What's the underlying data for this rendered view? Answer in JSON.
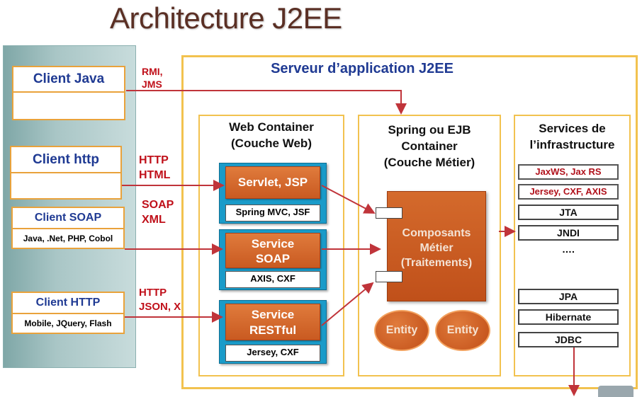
{
  "title": "Architecture J2EE",
  "clients": {
    "java": {
      "label": "Client  Java"
    },
    "http": {
      "label": "Client  http"
    },
    "soap": {
      "label": "Client  SOAP",
      "sub": "Java, .Net, PHP, Cobol"
    },
    "http2": {
      "label": "Client  HTTP",
      "sub": "Mobile, JQuery, Flash"
    }
  },
  "protocols": {
    "rmi": [
      "RMI,",
      "JMS"
    ],
    "http_html": [
      "HTTP",
      "HTML"
    ],
    "soap_xml": [
      "SOAP",
      "XML"
    ],
    "http_json": [
      "HTTP",
      "JSON, XML, .."
    ]
  },
  "server": {
    "title": "Serveur d’application J2EE"
  },
  "web_container": {
    "title": [
      "Web Container",
      "(Couche Web)"
    ],
    "services": [
      {
        "name": [
          "Servlet, JSP"
        ],
        "tech": "Spring MVC, JSF"
      },
      {
        "name": [
          "Service",
          "SOAP"
        ],
        "tech": "AXIS, CXF"
      },
      {
        "name": [
          "Service",
          "RESTful"
        ],
        "tech": "Jersey, CXF"
      }
    ]
  },
  "ejb_container": {
    "title": [
      "Spring ou EJB",
      "Container",
      "(Couche Métier)"
    ],
    "metier": [
      "Composants",
      "Métier",
      "(Traitements)"
    ],
    "entities": [
      "Entity",
      "Entity"
    ]
  },
  "infrastructure": {
    "title": [
      "Services de",
      "l’infrastructure"
    ],
    "items_top": [
      "JaxWS, Jax RS",
      "Jersey, CXF, AXIS",
      "JTA",
      "JNDI"
    ],
    "dots": "….",
    "items_bottom": [
      "JPA",
      "Hibernate",
      "JDBC"
    ]
  },
  "colors": {
    "accent_border": "#f2c24f",
    "client_border": "#e9a23b",
    "service_blue": "#1a9bc9",
    "service_orange": "#d46a2c",
    "arrow_red": "#c0343a",
    "title_blue": "#1f3a93"
  }
}
